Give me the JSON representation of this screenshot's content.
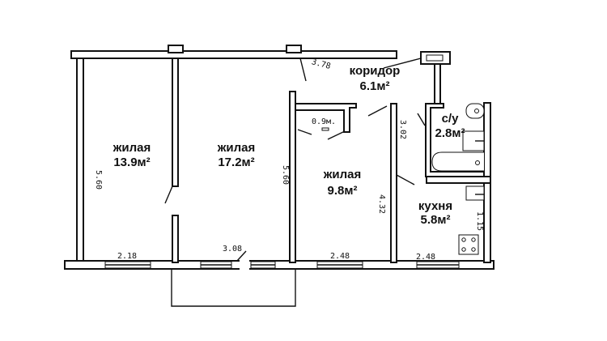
{
  "rooms": [
    {
      "name": "жилая",
      "area": "13.9м²"
    },
    {
      "name": "жилая",
      "area": "17.2м²"
    },
    {
      "name": "жилая",
      "area": "9.8м²"
    },
    {
      "name": "коридор",
      "area": "6.1м²"
    },
    {
      "name": "с/у",
      "area": "2.8м²"
    },
    {
      "name": "кухня",
      "area": "5.8м²"
    }
  ],
  "closet_label": "0.9м.",
  "dimensions": {
    "room1_length": "5.60",
    "room1_window": "2.18",
    "room2_length": "5.60",
    "room2_window": "3.08",
    "corridor": "3.78",
    "room3_window": "2.48",
    "room3_length": "4.32",
    "corridor_side": "3.02",
    "kitchen_window": "2.48",
    "kitchen_side": "1.15"
  }
}
